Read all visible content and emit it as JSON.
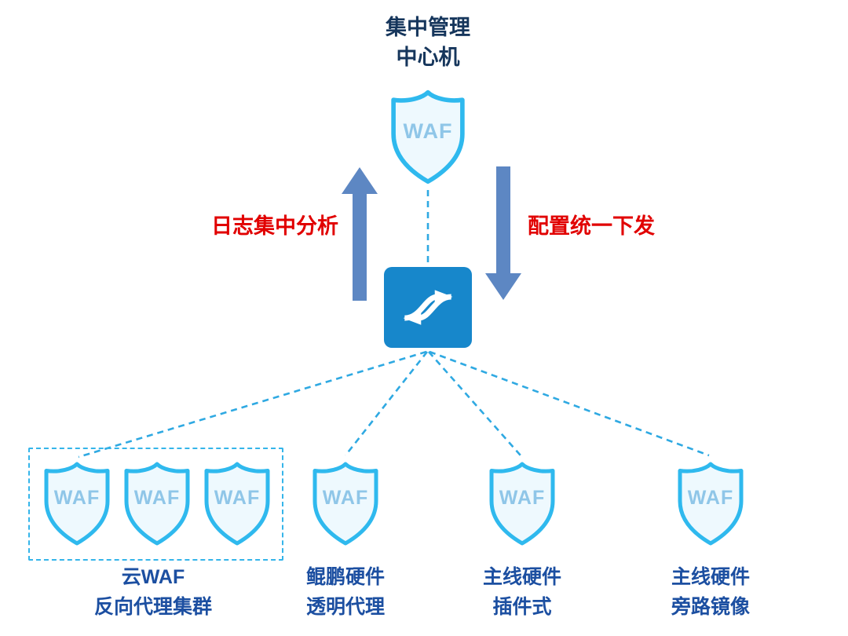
{
  "header": {
    "line1": "集中管理",
    "line2": "中心机"
  },
  "shield_label": "WAF",
  "flow_labels": {
    "left": "日志集中分析",
    "right": "配置统一下发"
  },
  "groups": [
    {
      "line1": "云WAF",
      "line2": "反向代理集群"
    },
    {
      "line1": "鲲鹏硬件",
      "line2": "透明代理"
    },
    {
      "line1": "主线硬件",
      "line2": "插件式"
    },
    {
      "line1": "主线硬件",
      "line2": "旁路镜像"
    }
  ],
  "icons": {
    "central_shield": "waf-shield-icon",
    "switch": "crossover-switch-icon",
    "up_arrow": "up-arrow-icon",
    "down_arrow": "down-arrow-icon"
  },
  "colors": {
    "shield_stroke": "#2fb9ee",
    "shield_fill": "#eef9fe",
    "shield_text": "#8fc6e8",
    "switch_bg": "#1787cb",
    "big_arrow": "#5d87c3",
    "flow_text": "#e10000",
    "header_text": "#16365c",
    "group_text": "#1c4fa1",
    "connector": "#2fa9e2"
  }
}
